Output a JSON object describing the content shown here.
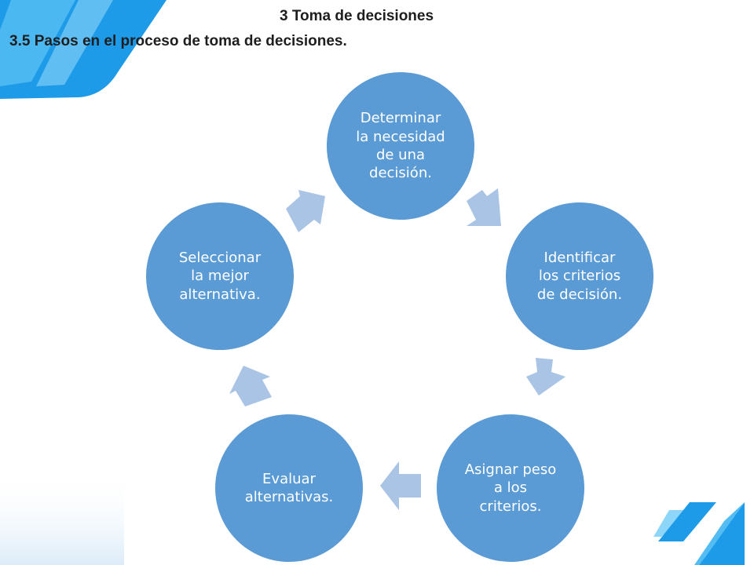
{
  "slide": {
    "title": "3 Toma de decisiones",
    "subtitle": "3.5 Pasos en el proceso de toma de decisiones."
  },
  "cycle": {
    "steps": [
      {
        "label": "Determinar\nla necesidad\nde una\ndecisión."
      },
      {
        "label": "Identificar\nlos criterios\nde decisión."
      },
      {
        "label": "Asignar peso\na los\ncriterios."
      },
      {
        "label": "Evaluar\nalternativas."
      },
      {
        "label": "Seleccionar\nla mejor\nalternativa."
      }
    ]
  },
  "colors": {
    "node_fill": "#5b9bd5",
    "arrow_fill": "#a9c4e4",
    "accent_blue": "#1e9be8"
  }
}
